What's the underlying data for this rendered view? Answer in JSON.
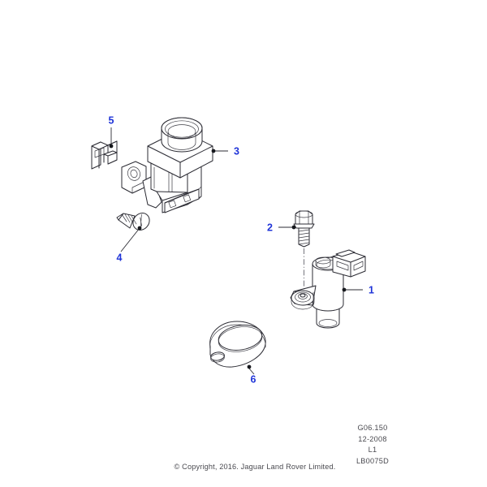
{
  "diagram": {
    "title": "Jaguar Land Rover parts exploded diagram",
    "background_color": "#ffffff",
    "line_color": "#2b2b33",
    "callout_color": "#1f34d8",
    "callouts": [
      {
        "id": "1",
        "label": "1",
        "part": "camshaft-position-sensor"
      },
      {
        "id": "2",
        "label": "2",
        "part": "hex-flange-bolt"
      },
      {
        "id": "3",
        "label": "3",
        "part": "valve-body-housing"
      },
      {
        "id": "4",
        "label": "4",
        "part": "self-tapping-screw"
      },
      {
        "id": "5",
        "label": "5",
        "part": "retaining-clip"
      },
      {
        "id": "6",
        "label": "6",
        "part": "gasket-seal"
      }
    ]
  },
  "meta": {
    "drawing_code": "G06.150",
    "date": "12-2008",
    "model": "L1",
    "reference": "LB0075D"
  },
  "footer": {
    "copyright": "© Copyright, 2016. Jaguar Land Rover Limited."
  }
}
